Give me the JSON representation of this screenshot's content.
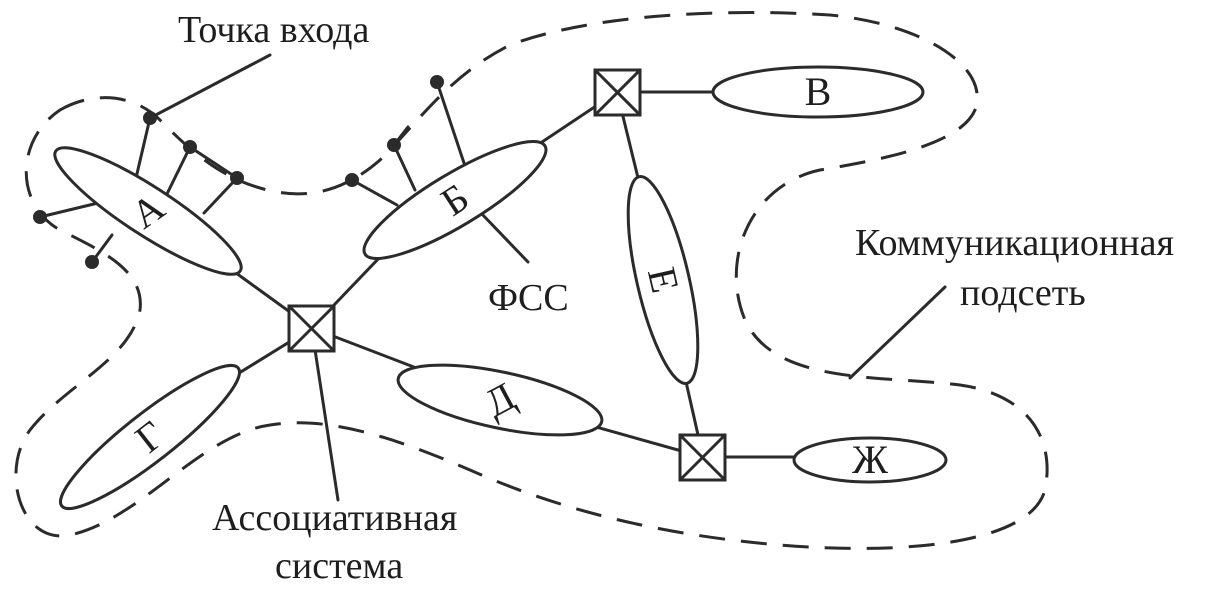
{
  "labels": {
    "entry_point": "Точка входа",
    "fss": "ФСС",
    "comm_subnet_line1": "Коммуникационная",
    "comm_subnet_line2": "подсеть",
    "assoc_system_line1": "Ассоциативная",
    "assoc_system_line2": "система"
  },
  "networks": {
    "a": "А",
    "b": "Б",
    "v": "В",
    "g": "Г",
    "d": "Д",
    "e": "Е",
    "zh": "Ж"
  }
}
